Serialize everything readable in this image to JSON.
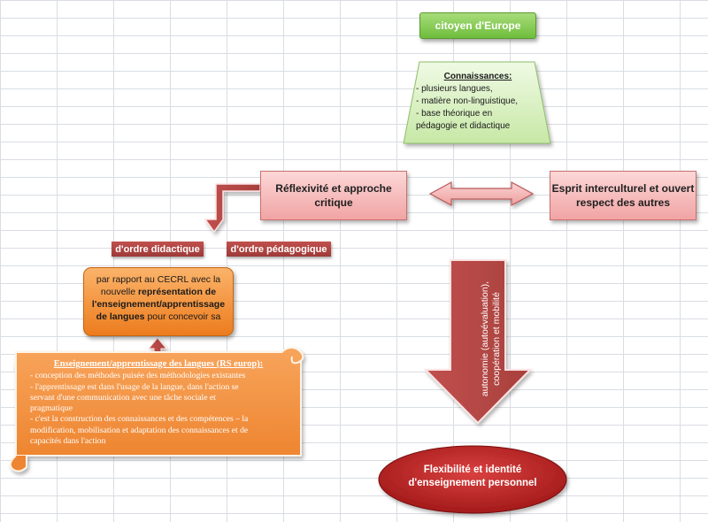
{
  "citoyen": "citoyen d'Europe",
  "connaissances": {
    "title": "Connaissances:",
    "items": [
      "- plusieurs langues,",
      "- matière non-linguistique,",
      "- base théorique en",
      "pédagogie et didactique"
    ]
  },
  "reflexivite": "Réflexivité et approche critique",
  "esprit": "Esprit interculturel et ouvert respect des autres",
  "ordre_didactique": "d'ordre didactique",
  "ordre_pedagogique": "d'ordre pédagogique",
  "cecrl": {
    "part1": "par rapport  au CECRL avec la nouvelle ",
    "bold": "représentation de l'enseignement/apprentissage de langues",
    "part2": " pour concevoir sa"
  },
  "scroll": {
    "title": "Enseignement/apprentissage  des langues (RS europ):",
    "lines": [
      "- conception des méthodes puisée des méthodologies existantes",
      "- l'apprentissage est dans l'usage de la langue, dans l'action se",
      "servant d'une communication avec une tâche sociale  et",
      "pragmatique",
      "- c'est la construction  des connaissances et des compétences – la",
      "modification, mobilisation et adaptation des connaissances et de",
      "capacités dans l'action"
    ]
  },
  "arrow_label": {
    "line1": "autonomie (autoévaluation),",
    "line2": "coopération et mobilité"
  },
  "oval": "Flexibilité et identité d'enseignement personnel",
  "colors": {
    "green": "#7ac143",
    "light_green": "#d7efc0",
    "pink": "#f4b6b6",
    "red": "#c0504d",
    "orange": "#f38f2e"
  }
}
